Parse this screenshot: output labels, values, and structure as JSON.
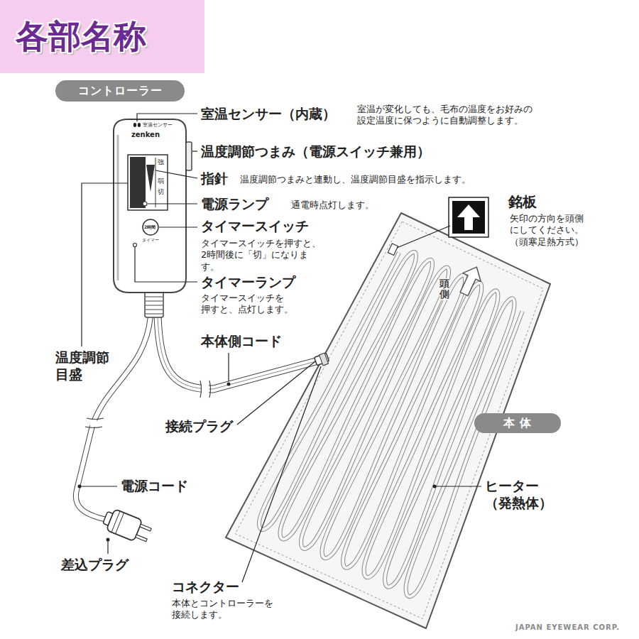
{
  "diagram": {
    "title": "各部名称",
    "nodes": [
      {
        "text": [
          "コントローラー"
        ]
      },
      {
        "text": [
          "本 体"
        ]
      }
    ],
    "labels": [
      "室温センサー（内蔵）",
      "室温が変化しても、毛布の温度をお好みの 設定温度に保つように自動調整します。",
      "温度調節つまみ（電源スイッチ兼用）",
      "指針",
      "温度調節つまみと連動し、温度調節目盛を指示します。",
      "電源ランプ",
      "通電時点灯します。",
      "タイマースイッチ",
      "タイマースイッチを押すと、 2時間後に「切」になります。",
      "タイマーランプ",
      "タイマースイッチを 押すと、点灯します。",
      "本体側コード",
      "温度調節 目盛",
      "接続プラグ",
      "電源コード",
      "差込プラグ",
      "コネクター",
      "本体とコントローラーを 接続します。",
      "銘板",
      "矢印の方向を頭側 にしてください。 （頭寒足熱方式）",
      "頭側",
      "ヒーター （発熱体）",
      "JAPAN EYEWEAR CORP.",
      "室温センサー",
      "zenken",
      "強",
      "弱",
      "切",
      "2時間",
      "タイマー"
    ]
  }
}
